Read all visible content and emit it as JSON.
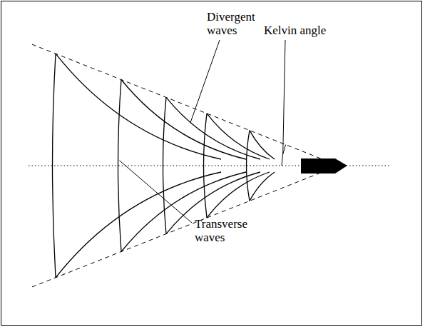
{
  "diagram": {
    "labels": [
      "Divergent waves",
      "Kelvin angle",
      "Transverse waves"
    ]
  }
}
